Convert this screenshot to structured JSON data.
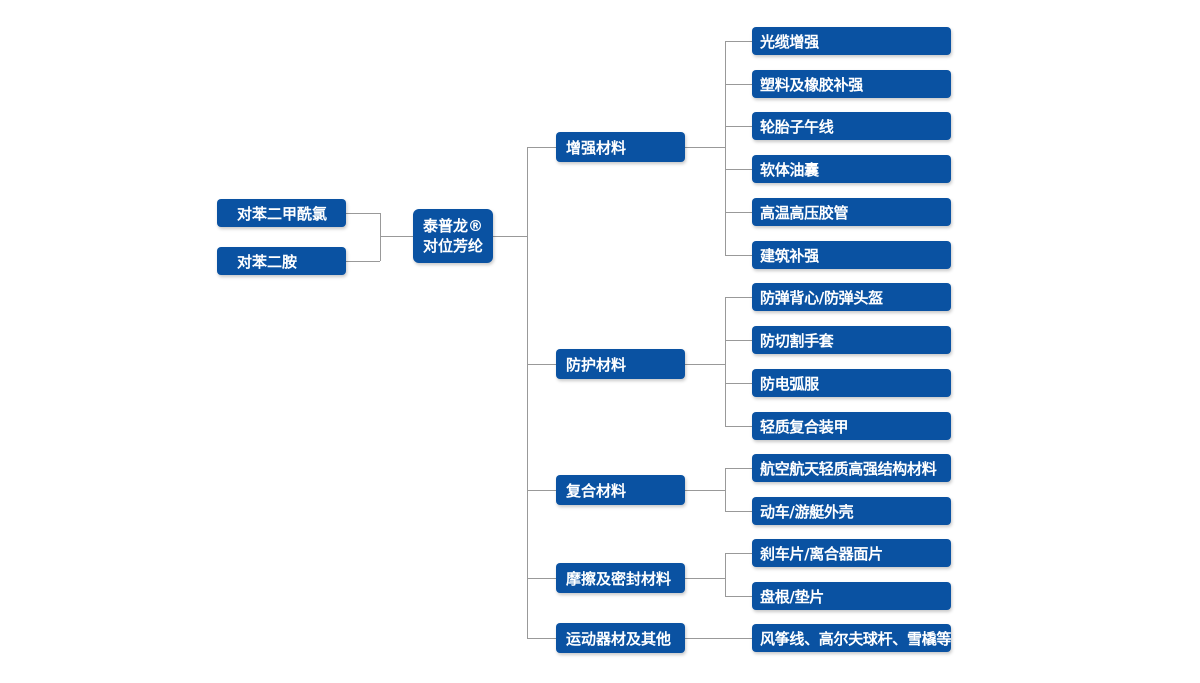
{
  "colors": {
    "node_blue": "#0A52A2",
    "connector_gray": "#999999",
    "node_text": "#FFFFFF",
    "background": "#FFFFFF"
  },
  "diagram": {
    "type": "tree",
    "inputs": [
      {
        "label": "对苯二甲酰氯"
      },
      {
        "label": "对苯二胺"
      }
    ],
    "root": {
      "label_line1": "泰普龙®",
      "label_line2": "对位芳纶"
    },
    "categories": [
      {
        "label": "增强材料",
        "children": [
          "光缆增强",
          "塑料及橡胶补强",
          "轮胎子午线",
          "软体油囊",
          "高温高压胶管",
          "建筑补强"
        ]
      },
      {
        "label": "防护材料",
        "children": [
          "防弹背心/防弹头盔",
          "防切割手套",
          "防电弧服",
          "轻质复合装甲"
        ]
      },
      {
        "label": "复合材料",
        "children": [
          "航空航天轻质高强结构材料",
          "动车/游艇外壳"
        ]
      },
      {
        "label": "摩擦及密封材料",
        "children": [
          "刹车片/离合器面片",
          "盘根/垫片"
        ]
      },
      {
        "label": "运动器材及其他",
        "children": [
          "风筝线、高尔夫球杆、雪橇等"
        ]
      }
    ]
  }
}
